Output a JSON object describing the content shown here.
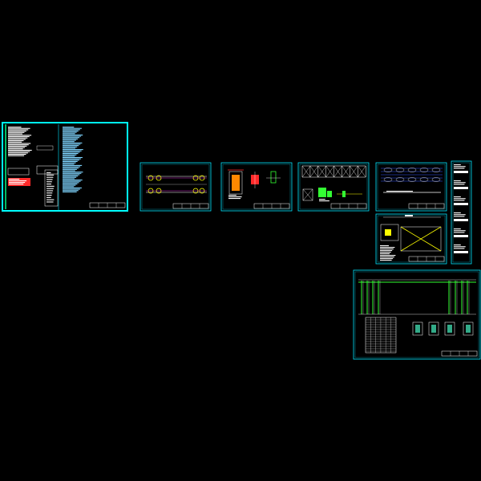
{
  "viewer": {
    "background": "#000000",
    "frame_color": "#00e5ff",
    "highlight_frame_color": "#00ffff"
  },
  "sheets": [
    {
      "id": "sheet-1-general-notes",
      "kind": "notes",
      "selected": true
    },
    {
      "id": "sheet-2-plan",
      "kind": "plan"
    },
    {
      "id": "sheet-3-details",
      "kind": "details"
    },
    {
      "id": "sheet-4-truss-elevation",
      "kind": "truss"
    },
    {
      "id": "sheet-5-bracing-plan",
      "kind": "bracing"
    },
    {
      "id": "sheet-6-cross-bracing-detail",
      "kind": "xbrace"
    },
    {
      "id": "sheet-7-section-strip",
      "kind": "strip"
    },
    {
      "id": "sheet-8-elevation-schedule",
      "kind": "elevation"
    }
  ],
  "colors": {
    "frame": "#00e5ff",
    "text": "#9fd8ff",
    "white": "#ffffff",
    "green": "#33ff33",
    "yellow": "#ffff00",
    "red": "#ff2a2a",
    "magenta": "#ff33ff",
    "blue": "#3355ff",
    "orange": "#ff8800"
  }
}
